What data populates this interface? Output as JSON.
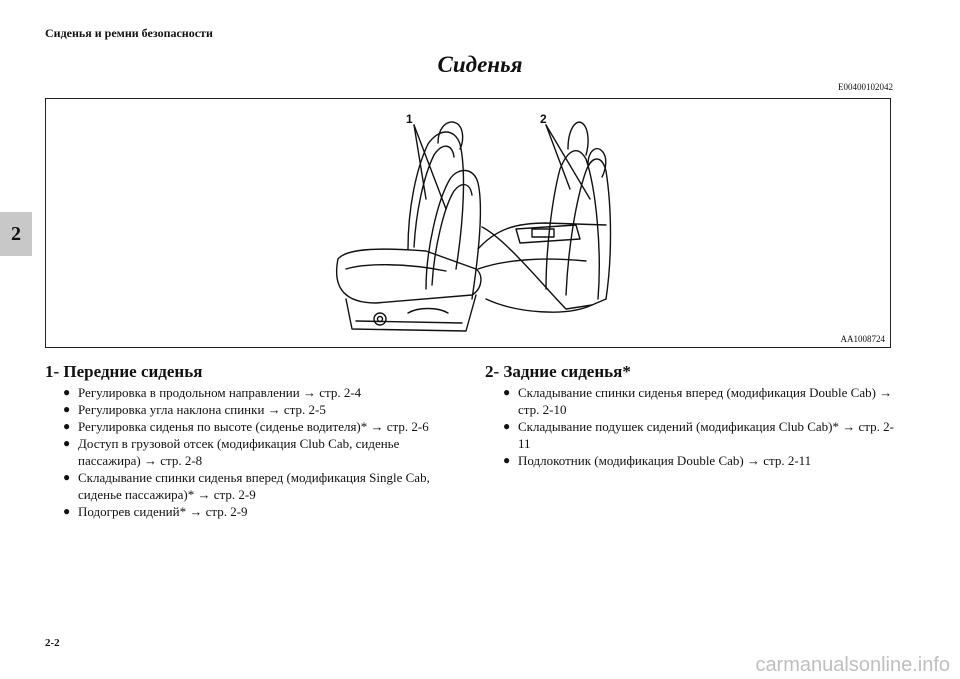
{
  "header": {
    "title": "Сиденья и ремни безопасности"
  },
  "chapter_tab": "2",
  "page_title": "Сиденья",
  "doc_code": "E00400102042",
  "figure": {
    "code": "AA1008724",
    "label_1": "1",
    "label_2": "2"
  },
  "sections": [
    {
      "heading": "1- Передние сиденья",
      "items": [
        "Регулировка в продольном направлении → стр. 2-4",
        "Регулировка угла наклона спинки → стр.  2-5",
        "Регулировка сиденья по высоте (сиденье водителя)* → стр. 2-6",
        "Доступ в грузовой отсек (модификация Club Cab, сиденье пассажира) → стр. 2-8",
        "Складывание спинки сиденья вперед (модификация Single Cab, сиденье пассажира)* → стр. 2-9",
        "Подогрев сидений* → стр. 2-9"
      ]
    },
    {
      "heading": "2- Задние сиденья*",
      "items": [
        "Складывание спинки сиденья вперед (модификация Double Cab) → стр. 2-10",
        "Складывание подушек сидений (модификация Club Cab)* → стр. 2-11",
        "Подлокотник (модификация Double Cab) → стр. 2-11"
      ]
    }
  ],
  "bullet_glyph": "●",
  "page_number": "2-2",
  "watermark": "carmanualsonline.info"
}
